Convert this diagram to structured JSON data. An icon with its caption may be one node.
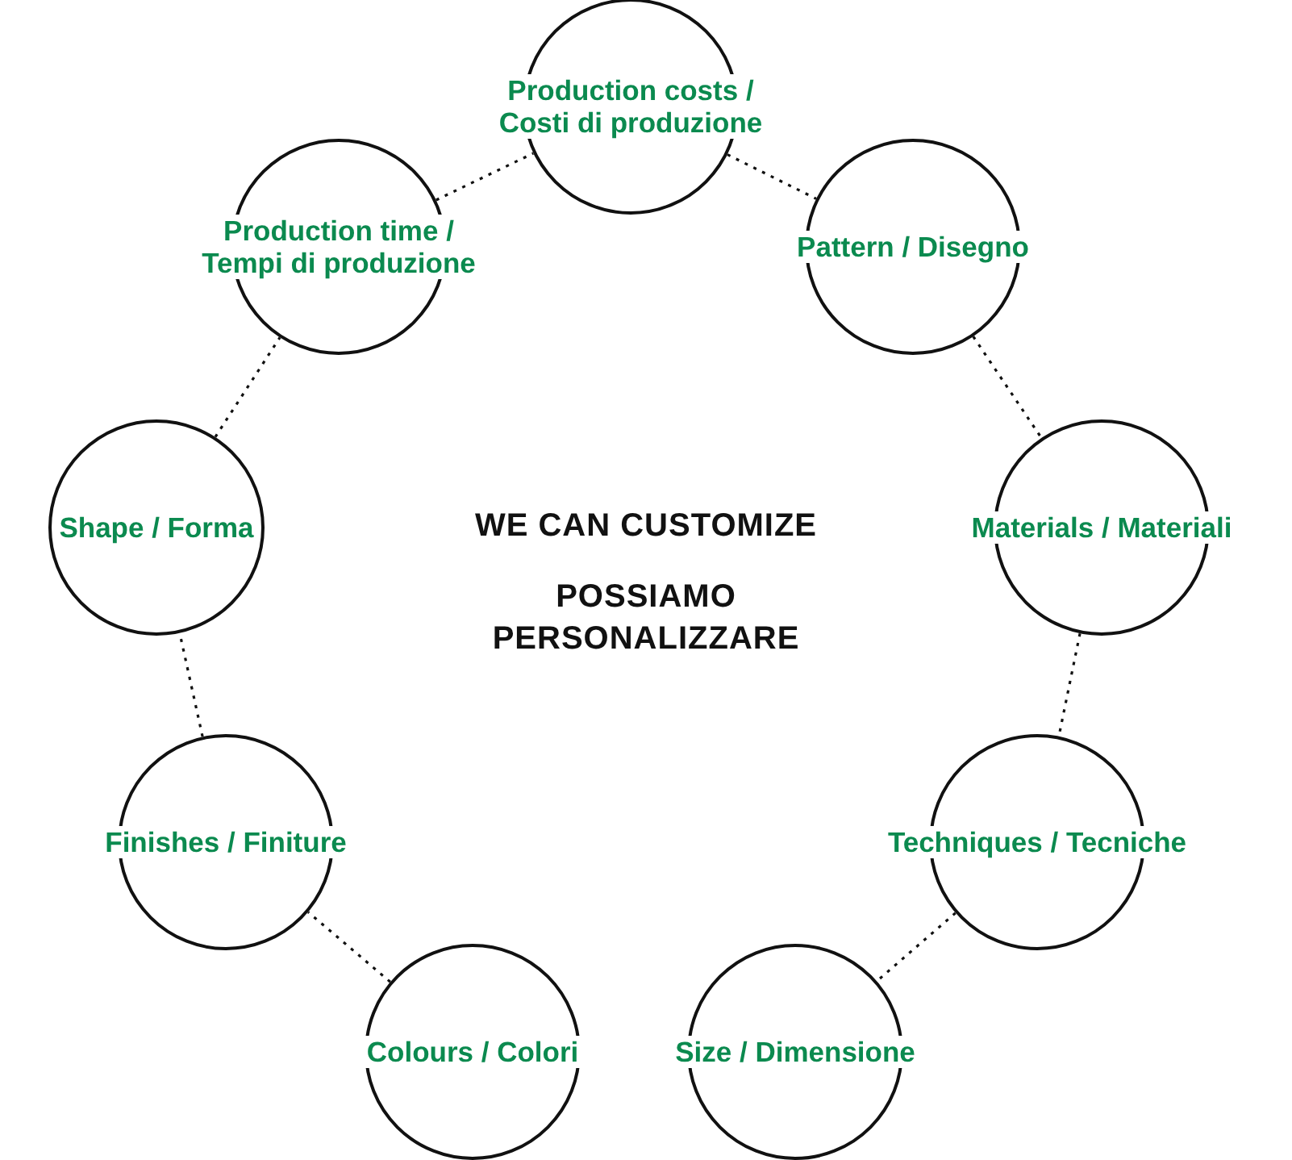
{
  "diagram": {
    "nodes": [
      {
        "text": [
          "Production costs / Costi di produzione"
        ]
      },
      {
        "text": [
          "Pattern / Disegno"
        ]
      },
      {
        "text": [
          "Materials / Materiali"
        ]
      },
      {
        "text": [
          "Techniques / Tecniche"
        ]
      },
      {
        "text": [
          "Size / Dimensione"
        ]
      },
      {
        "text": [
          "Colours / Colori"
        ]
      },
      {
        "text": [
          "Finishes / Finiture"
        ]
      },
      {
        "text": [
          "Shape / Forma"
        ]
      },
      {
        "text": [
          "Production time / Tempi di produzione"
        ]
      }
    ],
    "edges": [
      {
        "from": 0,
        "to": 1,
        "arrow": "none",
        "style": "dashed"
      },
      {
        "from": 1,
        "to": 2,
        "arrow": "none",
        "style": "dashed"
      },
      {
        "from": 2,
        "to": 3,
        "arrow": "none",
        "style": "dashed"
      },
      {
        "from": 3,
        "to": 4,
        "arrow": "none",
        "style": "dashed"
      },
      {
        "from": 5,
        "to": 6,
        "arrow": "none",
        "style": "dashed"
      },
      {
        "from": 6,
        "to": 7,
        "arrow": "none",
        "style": "dashed"
      },
      {
        "from": 7,
        "to": 8,
        "arrow": "none",
        "style": "dashed"
      },
      {
        "from": 8,
        "to": 0,
        "arrow": "none",
        "style": "dashed"
      }
    ],
    "labels": [
      "WE CAN CUSTOMIZE",
      "POSSIAMO PERSONALIZZARE"
    ]
  }
}
